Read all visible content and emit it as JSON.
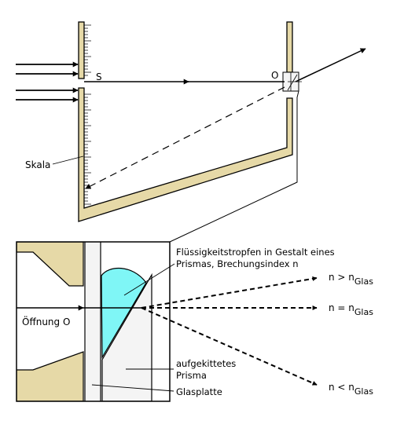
{
  "labels": {
    "s": "S",
    "o": "O",
    "skala": "Skala",
    "drop_line1": "Flüssigkeitstropfen in Gestalt eines",
    "drop_line2": "Prismas, Brechungsindex n",
    "opening": "Öffnung O",
    "glued_line1": "aufgekittetes",
    "glued_line2": "Prisma",
    "glass_plate": "Glasplatte"
  },
  "cases": [
    {
      "n_text": "n > n",
      "sub": "Glas"
    },
    {
      "n_text": "n = n",
      "sub": "Glas"
    },
    {
      "n_text": "n < n",
      "sub": "Glas"
    }
  ],
  "colors": {
    "wall_fill": "#e6d9a7",
    "liquid_fill": "#7ff6f6",
    "glass_fill": "#f4f4f4",
    "stroke": "#000000"
  }
}
